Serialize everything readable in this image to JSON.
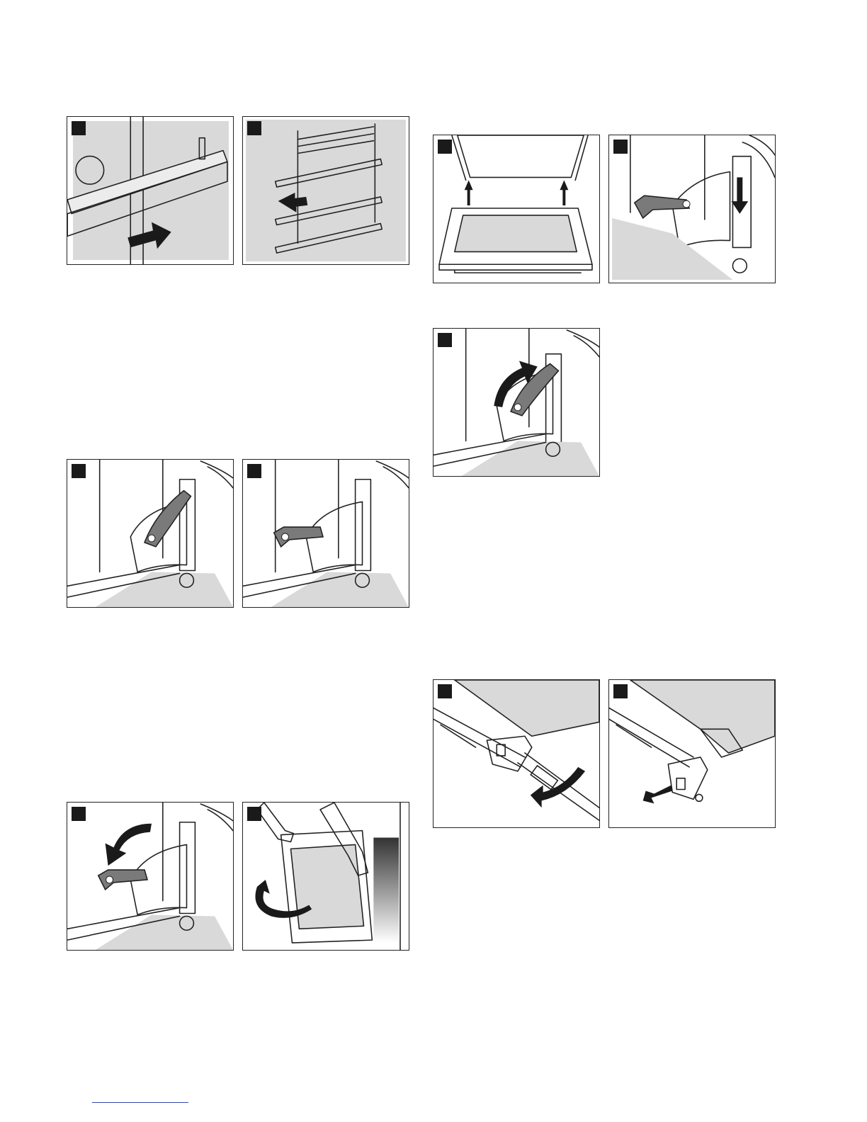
{
  "page": {
    "title": "",
    "footer_link": ""
  },
  "panels": [
    {
      "id": "rail-unhook",
      "icon": "rail-arrow-right-icon"
    },
    {
      "id": "rail-remove",
      "icon": "rack-arrow-left-icon"
    },
    {
      "id": "hinge-lever-up",
      "icon": "hinge-lever-icon"
    },
    {
      "id": "hinge-lever-open",
      "icon": "hinge-lever-open-icon"
    },
    {
      "id": "hinge-lever-close",
      "icon": "hinge-lever-down-icon"
    },
    {
      "id": "door-lift-out",
      "icon": "door-remove-icon"
    },
    {
      "id": "glass-insert",
      "icon": "glass-pane-icon"
    },
    {
      "id": "hinge-press-down",
      "icon": "hinge-arrow-down-icon"
    },
    {
      "id": "hinge-lever-fold",
      "icon": "hinge-arrow-up-icon"
    },
    {
      "id": "screw-unscrew",
      "icon": "screwdriver-icon"
    },
    {
      "id": "cover-remove",
      "icon": "cover-arrow-icon"
    }
  ],
  "colors": {
    "ink": "#1a1a1a",
    "panel_fill": "#d9d9d9",
    "hinge": "#7a7a7a",
    "footer_link": "#3344aa"
  }
}
